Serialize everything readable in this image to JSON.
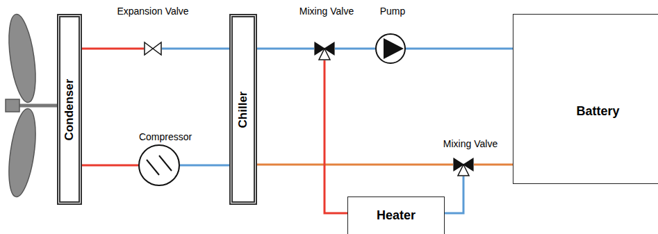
{
  "diagram": {
    "nodes": [
      {
        "text": [
          "Condenser"
        ]
      },
      {
        "text": [
          "Expansion Valve"
        ]
      },
      {
        "text": [
          "Compressor"
        ]
      },
      {
        "text": [
          "Chiller"
        ]
      },
      {
        "text": [
          "Mixing Valve"
        ]
      },
      {
        "text": [
          "Pump"
        ]
      },
      {
        "text": [
          "Mixing Valve"
        ]
      },
      {
        "text": [
          "Battery"
        ]
      },
      {
        "text": [
          "Heater"
        ]
      }
    ],
    "edges": [
      {
        "from": 0,
        "to": 1,
        "arrow": "none"
      },
      {
        "from": 1,
        "to": 3,
        "arrow": "none"
      },
      {
        "from": 0,
        "to": 2,
        "arrow": "none"
      },
      {
        "from": 2,
        "to": 3,
        "arrow": "none"
      },
      {
        "from": 3,
        "to": 4,
        "arrow": "none"
      },
      {
        "from": 4,
        "to": 5,
        "arrow": "none"
      },
      {
        "from": 5,
        "to": 7,
        "arrow": "none"
      },
      {
        "from": 7,
        "to": 6,
        "arrow": "none"
      },
      {
        "from": 6,
        "to": 3,
        "arrow": "none"
      },
      {
        "from": 8,
        "to": 4,
        "arrow": "none"
      },
      {
        "from": 6,
        "to": 8,
        "arrow": "none"
      }
    ]
  }
}
